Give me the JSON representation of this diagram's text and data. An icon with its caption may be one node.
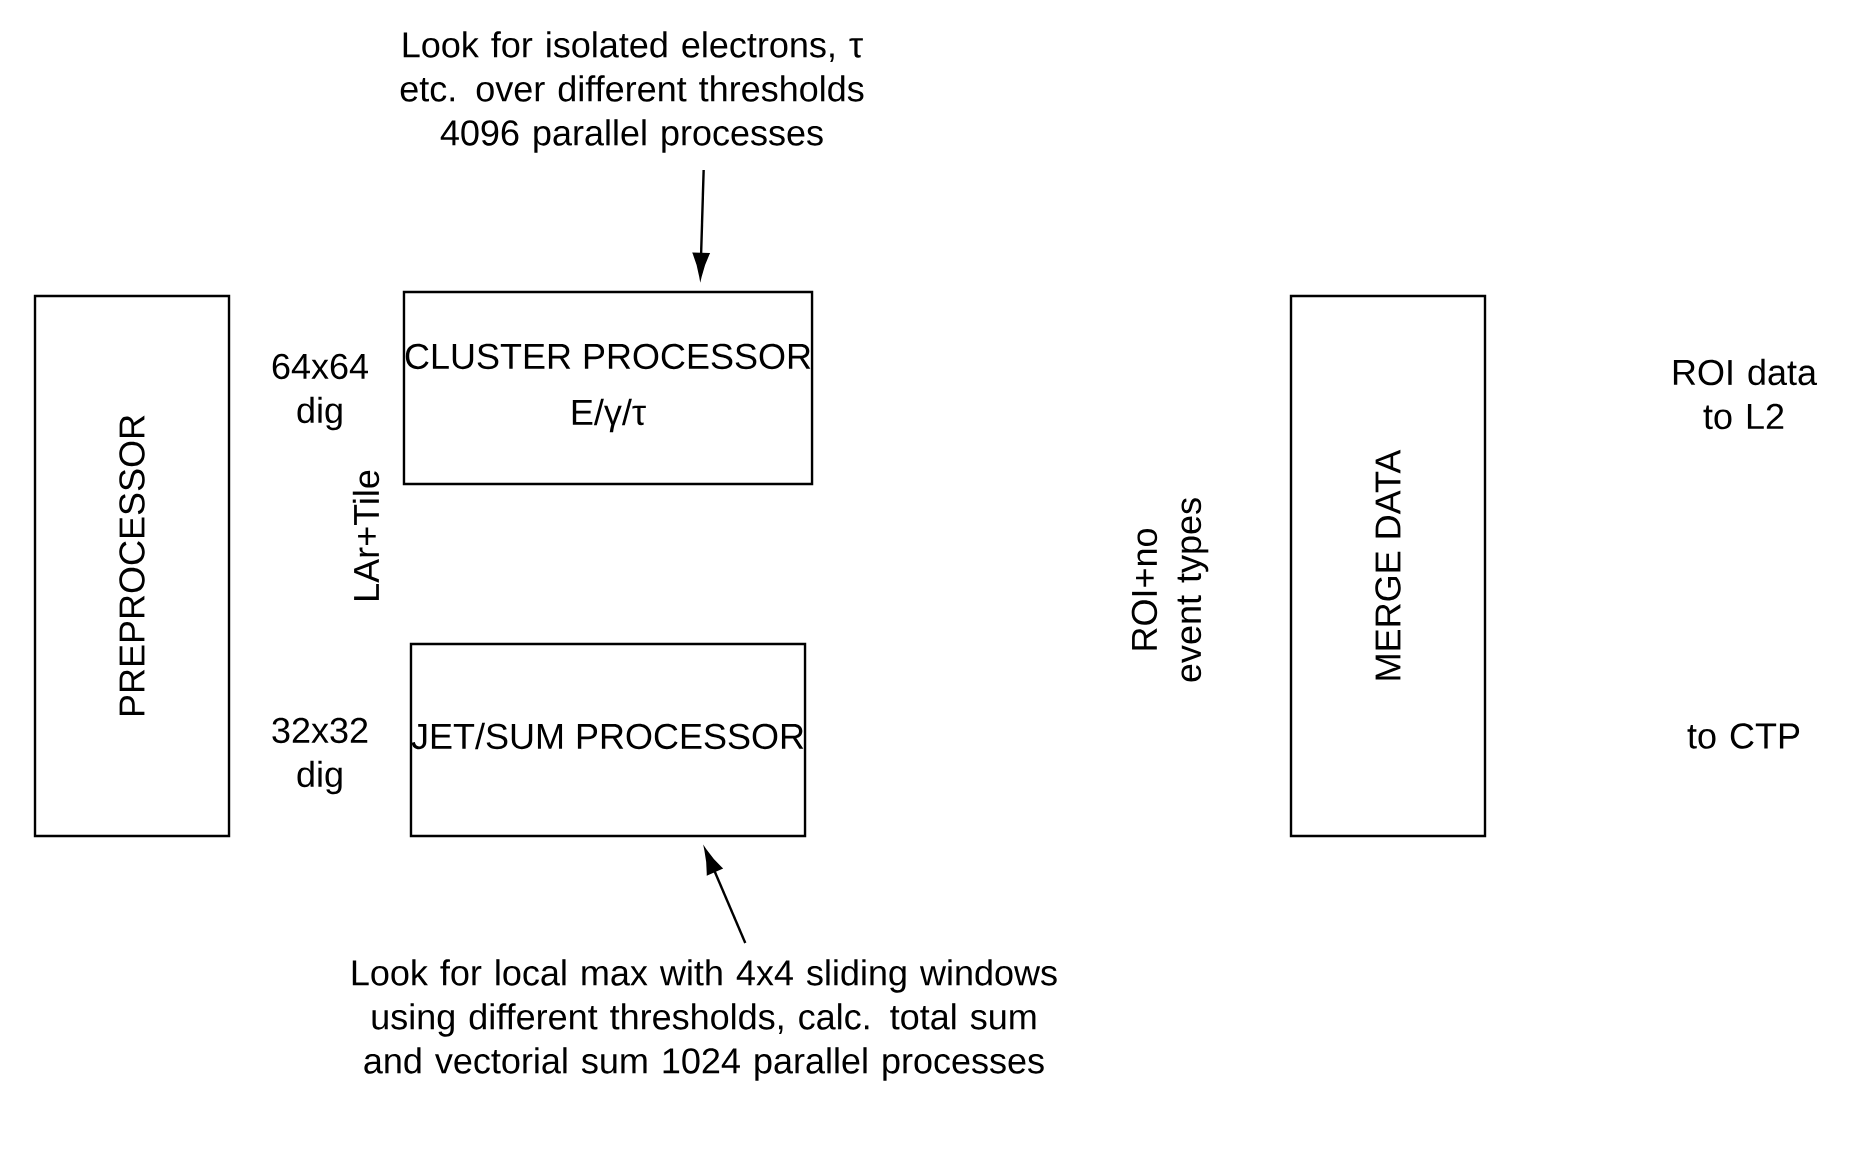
{
  "diagram": {
    "nodes": [
      {
        "text": [
          "PREPROCESSOR"
        ]
      },
      {
        "text": [
          "CLUSTER PROCESSOR",
          "E/γ/τ"
        ]
      },
      {
        "text": [
          "JET/SUM PROCESSOR"
        ]
      },
      {
        "text": [
          "MERGE DATA"
        ]
      },
      {
        "text": [
          "Look for isolated electrons, τ etc. over different thresholds 4096 parallel processes"
        ]
      },
      {
        "text": [
          "Look for local max with 4x4 sliding windows using different thresholds, calc. total sum and vectorial sum 1024 parallel processes"
        ]
      }
    ],
    "edges": [
      {
        "from": 4,
        "to": 1,
        "arrow": "to"
      },
      {
        "from": 5,
        "to": 2,
        "arrow": "to"
      }
    ],
    "labels": [
      "64x64 dig",
      "LAr+Tile",
      "32x32 dig",
      "ROI+no event types",
      "ROI data to L2",
      "to CTP"
    ]
  }
}
